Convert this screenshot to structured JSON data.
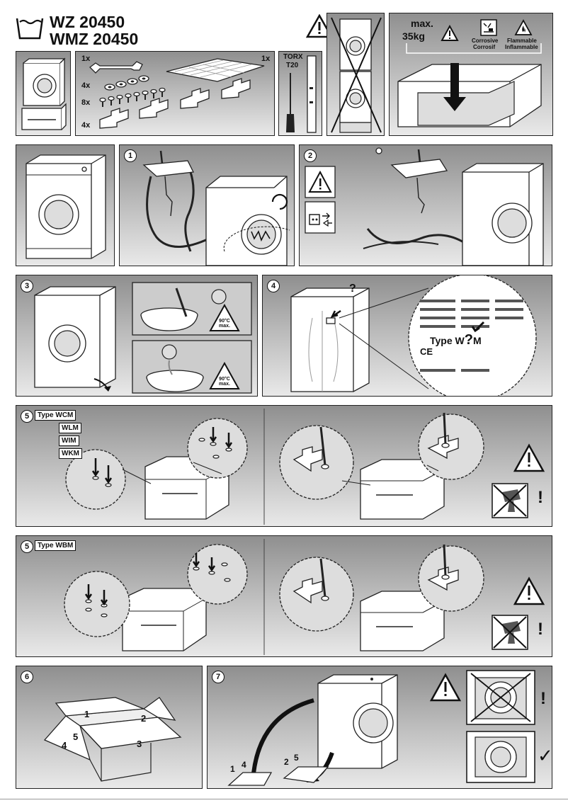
{
  "header": {
    "model_line1": "WZ 20450",
    "model_line2": "WMZ 20450"
  },
  "load_warning": {
    "max_label": "max.",
    "weight": "35kg",
    "corrosive_en": "Corrosive",
    "corrosive_fr": "Corrosif",
    "flammable_en": "Flammable",
    "flammable_fr": "Inflammable"
  },
  "parts": {
    "qty_wrench": "1x",
    "qty_sheet": "1x",
    "qty_washers": "4x",
    "qty_screws": "8x",
    "qty_brackets": "4x"
  },
  "tool": {
    "name": "TORX",
    "size": "T20"
  },
  "steps": {
    "s1": "1",
    "s2": "2",
    "s3": "3",
    "s4": "4",
    "s5a": "5",
    "s5b": "5",
    "s6": "6",
    "s7": "7"
  },
  "step3": {
    "temp1_line1": "90°C",
    "temp1_line2": "max.",
    "temp2_line1": "90°C",
    "temp2_line2": "max."
  },
  "step4": {
    "question": "?",
    "type_label": "Type W",
    "type_q": "?",
    "type_m": "M"
  },
  "step5a": {
    "type1": "Type WCM",
    "type2": "WLM",
    "type3": "WIM",
    "type4": "WKM",
    "exclaim": "!"
  },
  "step5b": {
    "type1": "Type WBM",
    "exclaim": "!"
  },
  "step6": {
    "f1": "1",
    "f2": "2",
    "f3": "3",
    "f4": "4",
    "f5": "5"
  },
  "step7": {
    "s1": "1",
    "s4": "4",
    "s2": "2",
    "s5": "5",
    "exclaim": "!",
    "check": "✓"
  }
}
